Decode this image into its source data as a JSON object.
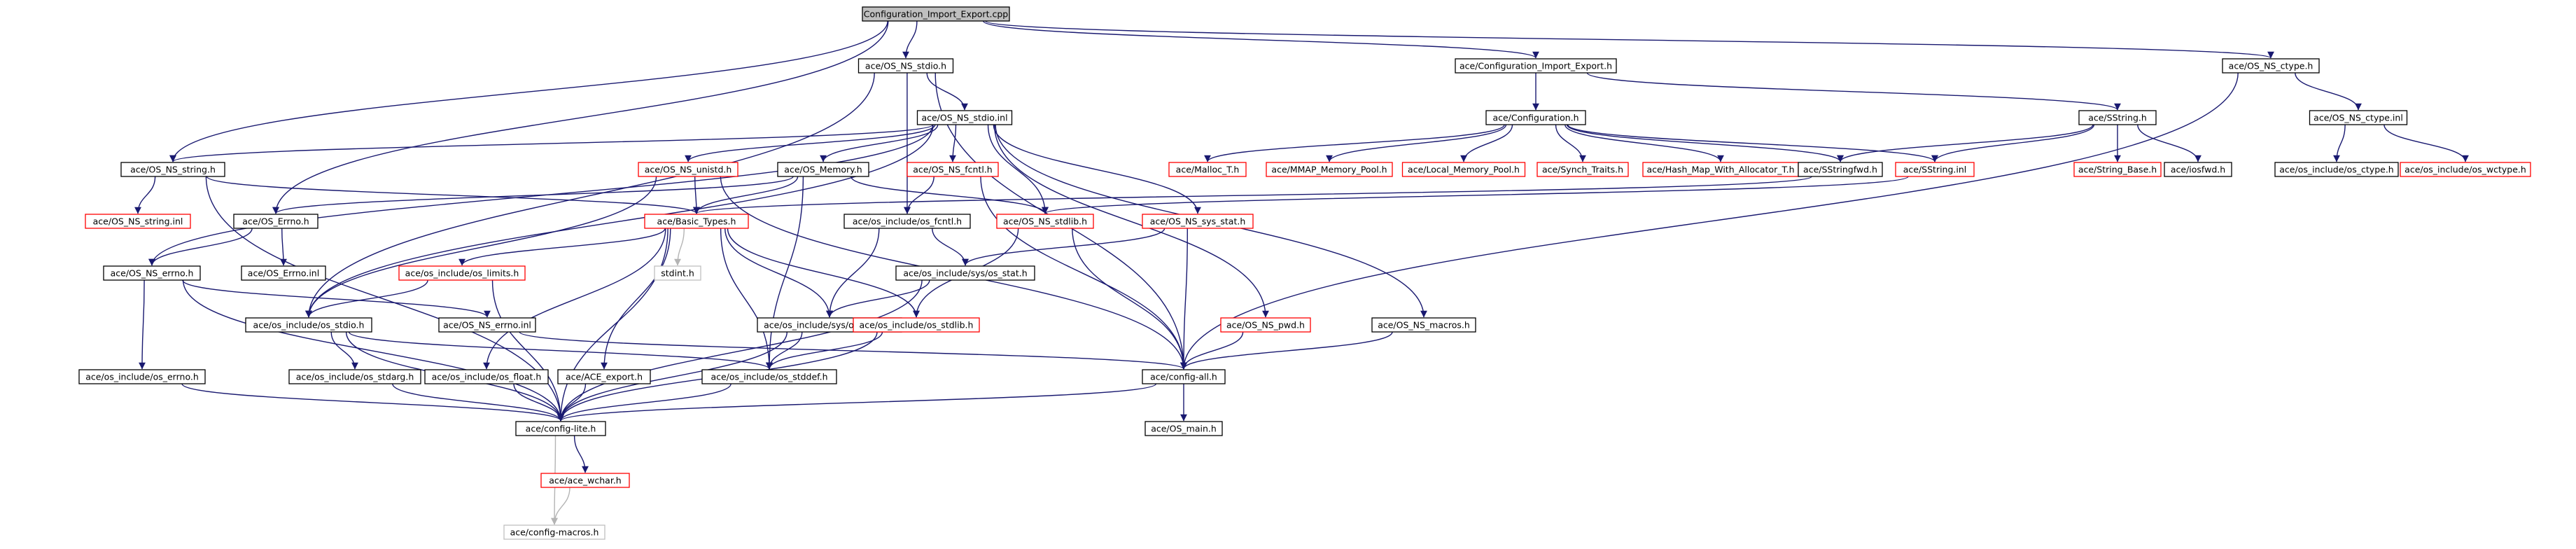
{
  "colors": {
    "edge": "#191970",
    "edge_faded": "#b4b4b4",
    "node_border_normal": "#000000",
    "node_border_undocumented": "#ff0000",
    "node_border_missing": "#bfbfbf",
    "node_fill_root": "#bfbfbf",
    "node_fill": "#ffffff"
  },
  "nodes": [
    {
      "id": "root",
      "label": "Configuration_Import_Export.cpp",
      "kind": "root"
    },
    {
      "id": "os_ns_stdio_h",
      "label": "ace/OS_NS_stdio.h",
      "kind": "normal"
    },
    {
      "id": "cfg_imp_exp_h",
      "label": "ace/Configuration_Import_Export.h",
      "kind": "normal"
    },
    {
      "id": "os_ns_ctype_h",
      "label": "ace/OS_NS_ctype.h",
      "kind": "normal"
    },
    {
      "id": "os_ns_stdio_inl",
      "label": "ace/OS_NS_stdio.inl",
      "kind": "normal"
    },
    {
      "id": "configuration_h",
      "label": "ace/Configuration.h",
      "kind": "normal"
    },
    {
      "id": "sstring_h",
      "label": "ace/SString.h",
      "kind": "normal"
    },
    {
      "id": "os_ns_ctype_inl",
      "label": "ace/OS_NS_ctype.inl",
      "kind": "normal"
    },
    {
      "id": "os_ns_string_h",
      "label": "ace/OS_NS_string.h",
      "kind": "normal"
    },
    {
      "id": "os_ns_unistd_h",
      "label": "ace/OS_NS_unistd.h",
      "kind": "undocumented"
    },
    {
      "id": "os_memory_h",
      "label": "ace/OS_Memory.h",
      "kind": "normal"
    },
    {
      "id": "os_ns_fcntl_h",
      "label": "ace/OS_NS_fcntl.h",
      "kind": "undocumented"
    },
    {
      "id": "malloc_t_h",
      "label": "ace/Malloc_T.h",
      "kind": "undocumented"
    },
    {
      "id": "mmap_pool_h",
      "label": "ace/MMAP_Memory_Pool.h",
      "kind": "undocumented"
    },
    {
      "id": "local_pool_h",
      "label": "ace/Local_Memory_Pool.h",
      "kind": "undocumented"
    },
    {
      "id": "synch_traits_h",
      "label": "ace/Synch_Traits.h",
      "kind": "undocumented"
    },
    {
      "id": "hash_map_h",
      "label": "ace/Hash_Map_With_Allocator_T.h",
      "kind": "undocumented"
    },
    {
      "id": "sstringfwd_h",
      "label": "ace/SStringfwd.h",
      "kind": "normal"
    },
    {
      "id": "sstring_inl",
      "label": "ace/SString.inl",
      "kind": "undocumented"
    },
    {
      "id": "string_base_h",
      "label": "ace/String_Base.h",
      "kind": "undocumented"
    },
    {
      "id": "iosfwd_h",
      "label": "ace/iosfwd.h",
      "kind": "normal"
    },
    {
      "id": "os_ctype_h",
      "label": "ace/os_include/os_ctype.h",
      "kind": "normal"
    },
    {
      "id": "os_wctype_h",
      "label": "ace/os_include/os_wctype.h",
      "kind": "undocumented"
    },
    {
      "id": "os_ns_string_inl",
      "label": "ace/OS_NS_string.inl",
      "kind": "undocumented"
    },
    {
      "id": "os_errno_h_ace",
      "label": "ace/OS_Errno.h",
      "kind": "normal"
    },
    {
      "id": "basic_types_h",
      "label": "ace/Basic_Types.h",
      "kind": "undocumented"
    },
    {
      "id": "os_fcntl_h",
      "label": "ace/os_include/os_fcntl.h",
      "kind": "normal"
    },
    {
      "id": "os_ns_stdlib_h",
      "label": "ace/OS_NS_stdlib.h",
      "kind": "undocumented"
    },
    {
      "id": "os_ns_sys_stat_h",
      "label": "ace/OS_NS_sys_stat.h",
      "kind": "undocumented"
    },
    {
      "id": "os_errno_inl",
      "label": "ace/OS_Errno.inl",
      "kind": "normal"
    },
    {
      "id": "os_ns_errno_h",
      "label": "ace/OS_NS_errno.h",
      "kind": "normal"
    },
    {
      "id": "os_limits_h",
      "label": "ace/os_include/os_limits.h",
      "kind": "undocumented"
    },
    {
      "id": "stdint_h",
      "label": "stdint.h",
      "kind": "missing"
    },
    {
      "id": "sys_os_stat_h",
      "label": "ace/os_include/sys/os_stat.h",
      "kind": "normal"
    },
    {
      "id": "os_stdio_h",
      "label": "ace/os_include/os_stdio.h",
      "kind": "normal"
    },
    {
      "id": "os_ns_errno_inl",
      "label": "ace/OS_NS_errno.inl",
      "kind": "normal"
    },
    {
      "id": "sys_os_types_h",
      "label": "ace/os_include/sys/os_types.h",
      "kind": "normal"
    },
    {
      "id": "os_stdlib_h",
      "label": "ace/os_include/os_stdlib.h",
      "kind": "undocumented"
    },
    {
      "id": "os_ns_pwd_h",
      "label": "ace/OS_NS_pwd.h",
      "kind": "undocumented"
    },
    {
      "id": "os_ns_macros_h",
      "label": "ace/OS_NS_macros.h",
      "kind": "normal"
    },
    {
      "id": "os_errno_h",
      "label": "ace/os_include/os_errno.h",
      "kind": "normal"
    },
    {
      "id": "os_stdarg_h",
      "label": "ace/os_include/os_stdarg.h",
      "kind": "normal"
    },
    {
      "id": "os_float_h",
      "label": "ace/os_include/os_float.h",
      "kind": "normal"
    },
    {
      "id": "ace_export_h",
      "label": "ace/ACE_export.h",
      "kind": "normal"
    },
    {
      "id": "os_stddef_h",
      "label": "ace/os_include/os_stddef.h",
      "kind": "normal"
    },
    {
      "id": "config_all_h",
      "label": "ace/config-all.h",
      "kind": "normal"
    },
    {
      "id": "config_lite_h",
      "label": "ace/config-lite.h",
      "kind": "normal"
    },
    {
      "id": "os_main_h",
      "label": "ace/OS_main.h",
      "kind": "normal"
    },
    {
      "id": "ace_wchar_h",
      "label": "ace/ace_wchar.h",
      "kind": "undocumented"
    },
    {
      "id": "config_macros_h",
      "label": "ace/config-macros.h",
      "kind": "missing"
    }
  ],
  "edges": [
    [
      "root",
      "os_ns_stdio_h"
    ],
    [
      "root",
      "cfg_imp_exp_h"
    ],
    [
      "root",
      "os_ns_ctype_h"
    ],
    [
      "root",
      "os_ns_string_h"
    ],
    [
      "root",
      "os_errno_h_ace"
    ],
    [
      "os_ns_stdio_h",
      "os_ns_stdio_inl"
    ],
    [
      "os_ns_stdio_h",
      "os_stdio_h"
    ],
    [
      "os_ns_stdio_h",
      "os_fcntl_h"
    ],
    [
      "os_ns_stdio_h",
      "config_all_h"
    ],
    [
      "cfg_imp_exp_h",
      "configuration_h"
    ],
    [
      "cfg_imp_exp_h",
      "sstring_h"
    ],
    [
      "os_ns_ctype_h",
      "os_ns_ctype_inl"
    ],
    [
      "os_ns_ctype_h",
      "config_all_h"
    ],
    [
      "os_ns_ctype_inl",
      "os_ctype_h"
    ],
    [
      "os_ns_ctype_inl",
      "os_wctype_h"
    ],
    [
      "configuration_h",
      "malloc_t_h"
    ],
    [
      "configuration_h",
      "mmap_pool_h"
    ],
    [
      "configuration_h",
      "local_pool_h"
    ],
    [
      "configuration_h",
      "synch_traits_h"
    ],
    [
      "configuration_h",
      "hash_map_h"
    ],
    [
      "configuration_h",
      "sstringfwd_h"
    ],
    [
      "configuration_h",
      "sstring_inl"
    ],
    [
      "sstring_h",
      "sstringfwd_h"
    ],
    [
      "sstring_h",
      "sstring_inl"
    ],
    [
      "sstring_h",
      "string_base_h"
    ],
    [
      "sstring_h",
      "iosfwd_h"
    ],
    [
      "sstringfwd_h",
      "basic_types_h"
    ],
    [
      "sstring_inl",
      "os_ns_stdlib_h"
    ],
    [
      "os_ns_stdio_inl",
      "os_ns_string_h"
    ],
    [
      "os_ns_stdio_inl",
      "os_ns_unistd_h"
    ],
    [
      "os_ns_stdio_inl",
      "os_memory_h"
    ],
    [
      "os_ns_stdio_inl",
      "os_ns_fcntl_h"
    ],
    [
      "os_ns_stdio_inl",
      "os_ns_stdlib_h"
    ],
    [
      "os_ns_stdio_inl",
      "os_ns_sys_stat_h"
    ],
    [
      "os_ns_stdio_inl",
      "os_ns_pwd_h"
    ],
    [
      "os_ns_stdio_inl",
      "os_ns_macros_h"
    ],
    [
      "os_ns_stdio_inl",
      "os_ns_errno_h"
    ],
    [
      "os_ns_stdio_inl",
      "os_stdio_h"
    ],
    [
      "os_ns_string_h",
      "os_ns_string_inl"
    ],
    [
      "os_ns_string_h",
      "basic_types_h"
    ],
    [
      "os_ns_string_h",
      "config_lite_h"
    ],
    [
      "os_ns_unistd_h",
      "basic_types_h"
    ],
    [
      "os_ns_unistd_h",
      "os_stdio_h"
    ],
    [
      "os_ns_unistd_h",
      "config_all_h"
    ],
    [
      "os_memory_h",
      "os_errno_h_ace"
    ],
    [
      "os_memory_h",
      "basic_types_h"
    ],
    [
      "os_memory_h",
      "os_stddef_h"
    ],
    [
      "os_memory_h",
      "os_ns_stdlib_h"
    ],
    [
      "os_ns_fcntl_h",
      "os_fcntl_h"
    ],
    [
      "os_ns_fcntl_h",
      "config_all_h"
    ],
    [
      "os_errno_h_ace",
      "os_errno_inl"
    ],
    [
      "os_errno_h_ace",
      "os_ns_errno_h"
    ],
    [
      "basic_types_h",
      "os_limits_h"
    ],
    [
      "basic_types_h",
      "stdint_h"
    ],
    [
      "basic_types_h",
      "sys_os_types_h"
    ],
    [
      "basic_types_h",
      "os_stdlib_h"
    ],
    [
      "basic_types_h",
      "os_float_h"
    ],
    [
      "basic_types_h",
      "ace_export_h"
    ],
    [
      "basic_types_h",
      "os_stddef_h"
    ],
    [
      "basic_types_h",
      "config_lite_h"
    ],
    [
      "os_fcntl_h",
      "sys_os_stat_h"
    ],
    [
      "os_fcntl_h",
      "sys_os_types_h"
    ],
    [
      "os_ns_stdlib_h",
      "os_stdlib_h"
    ],
    [
      "os_ns_stdlib_h",
      "config_all_h"
    ],
    [
      "os_ns_sys_stat_h",
      "sys_os_stat_h"
    ],
    [
      "os_ns_sys_stat_h",
      "config_all_h"
    ],
    [
      "os_ns_errno_h",
      "os_errno_h"
    ],
    [
      "os_ns_errno_h",
      "os_ns_errno_inl"
    ],
    [
      "os_ns_errno_h",
      "config_lite_h"
    ],
    [
      "os_limits_h",
      "os_stdio_h"
    ],
    [
      "os_limits_h",
      "config_lite_h"
    ],
    [
      "sys_os_stat_h",
      "sys_os_types_h"
    ],
    [
      "sys_os_stat_h",
      "config_lite_h"
    ],
    [
      "os_stdio_h",
      "os_stdarg_h"
    ],
    [
      "os_stdio_h",
      "os_stddef_h"
    ],
    [
      "os_stdio_h",
      "config_lite_h"
    ],
    [
      "os_ns_errno_inl",
      "config_all_h"
    ],
    [
      "sys_os_types_h",
      "os_stddef_h"
    ],
    [
      "sys_os_types_h",
      "config_lite_h"
    ],
    [
      "os_stdlib_h",
      "os_stddef_h"
    ],
    [
      "os_stdlib_h",
      "config_lite_h"
    ],
    [
      "os_ns_pwd_h",
      "config_all_h"
    ],
    [
      "os_ns_macros_h",
      "config_all_h"
    ],
    [
      "os_errno_h",
      "config_lite_h"
    ],
    [
      "os_stdarg_h",
      "config_lite_h"
    ],
    [
      "os_float_h",
      "config_lite_h"
    ],
    [
      "ace_export_h",
      "config_lite_h"
    ],
    [
      "os_stddef_h",
      "config_lite_h"
    ],
    [
      "config_all_h",
      "config_lite_h"
    ],
    [
      "config_all_h",
      "os_main_h"
    ],
    [
      "config_lite_h",
      "ace_wchar_h"
    ],
    [
      "config_lite_h",
      "config_macros_h"
    ],
    [
      "ace_wchar_h",
      "config_macros_h"
    ]
  ]
}
